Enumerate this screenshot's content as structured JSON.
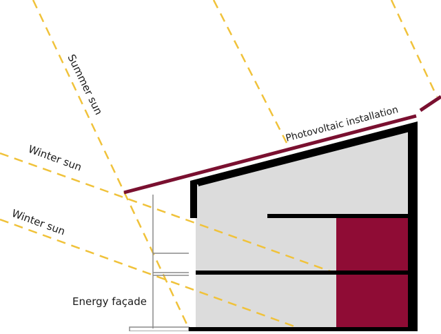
{
  "labels": {
    "summer_sun": "Summer sun",
    "winter_sun_1": "Winter sun",
    "winter_sun_2": "Winter sun",
    "photovoltaic": "Photovoltaic installation",
    "energy_facade": "Energy façade"
  },
  "colors": {
    "sun_ray": "#f0c23a",
    "photovoltaic": "#7a1030",
    "wall": "#000000",
    "interior": "#dcdcdc",
    "storage": "#8f0c35",
    "facade_frame": "#8a8a8a"
  }
}
